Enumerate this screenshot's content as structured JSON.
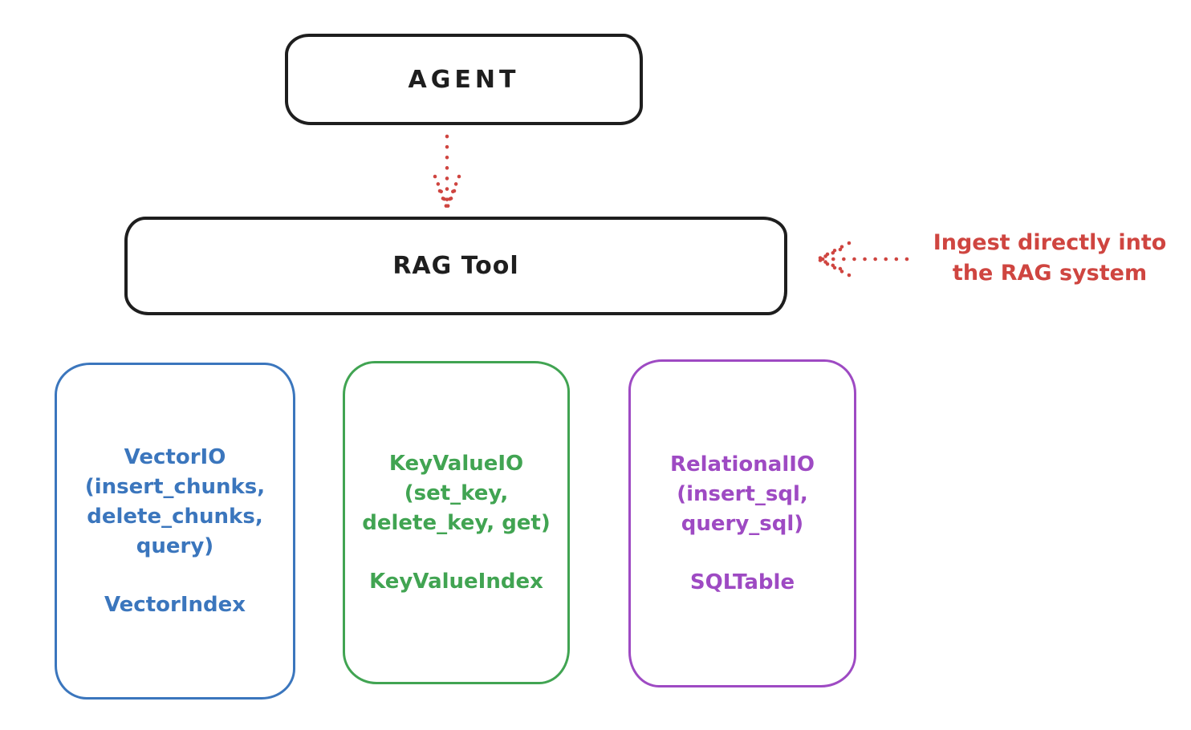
{
  "colors": {
    "background": "#ffffff",
    "ink": "#1e1e1e",
    "red": "#cf4540"
  },
  "agent_box": {
    "label": "AGENT"
  },
  "rag_tool_box": {
    "label": "RAG Tool"
  },
  "ingest_annotation": {
    "line1": "Ingest directly into",
    "line2": "the RAG system"
  },
  "io_boxes": [
    {
      "id": "vector-io",
      "color": "#3b76bd",
      "lines": [
        "VectorIO",
        "(insert_chunks,",
        "delete_chunks,",
        "query)"
      ],
      "index_label": "VectorIndex"
    },
    {
      "id": "keyvalue-io",
      "color": "#41a452",
      "lines": [
        "KeyValueIO",
        "(set_key,",
        "delete_key, get)"
      ],
      "index_label": "KeyValueIndex"
    },
    {
      "id": "relational-io",
      "color": "#9e4ac3",
      "lines": [
        "RelationalIO",
        "(insert_sql,",
        "query_sql)"
      ],
      "index_label": "SQLTable"
    }
  ],
  "arrows": [
    {
      "id": "agent-to-rag-tool",
      "style": "dotted",
      "direction": "down"
    },
    {
      "id": "ingest-into-rag-tool",
      "style": "dotted",
      "direction": "left"
    }
  ]
}
